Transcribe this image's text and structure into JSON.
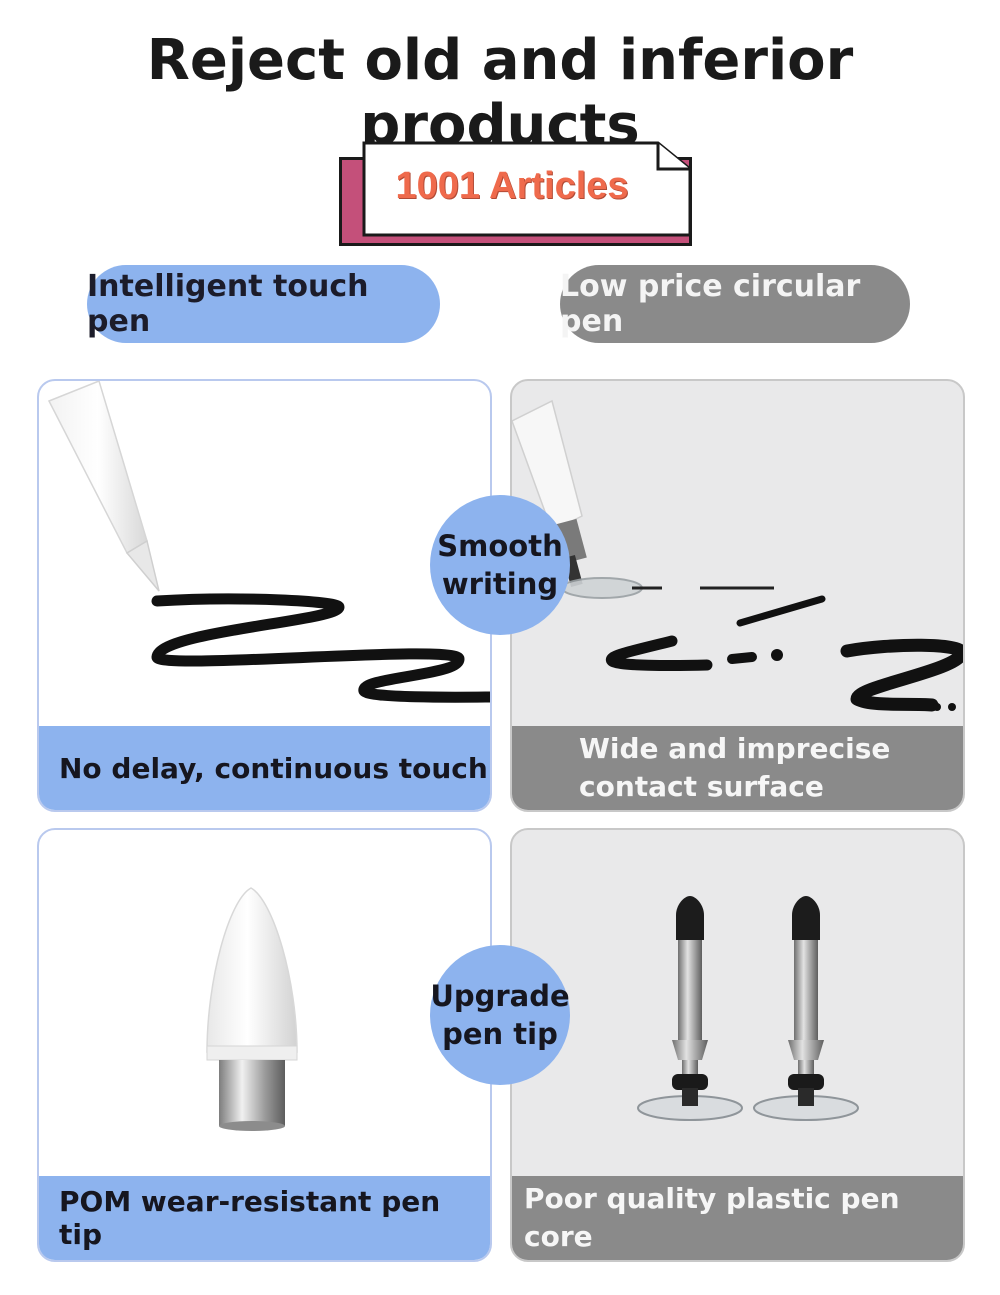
{
  "header": {
    "title": "Reject old and inferior products"
  },
  "badge": {
    "text": "1001 Articles"
  },
  "columns": {
    "left_label": "Intelligent  touch pen",
    "right_label": "Low price circular pen"
  },
  "row1": {
    "left_caption": "No delay, continuous touch",
    "right_caption_line1": "Wide and imprecise",
    "right_caption_line2": "contact surface",
    "badge_line1": "Smooth",
    "badge_line2": "writing"
  },
  "row2": {
    "left_caption": "POM wear-resistant pen tip",
    "right_caption": "Poor quality plastic pen core",
    "badge_line1": "Upgrade",
    "badge_line2": "pen tip"
  },
  "colors": {
    "blue": "#8db3ee",
    "gray": "#8a8a8a",
    "badge_text": "#ef6a4c",
    "badge_shadow": "#c4507a"
  },
  "icons": [
    "stylus-pen-icon",
    "disc-pen-icon",
    "pen-tip-icon",
    "disc-core-icon"
  ]
}
